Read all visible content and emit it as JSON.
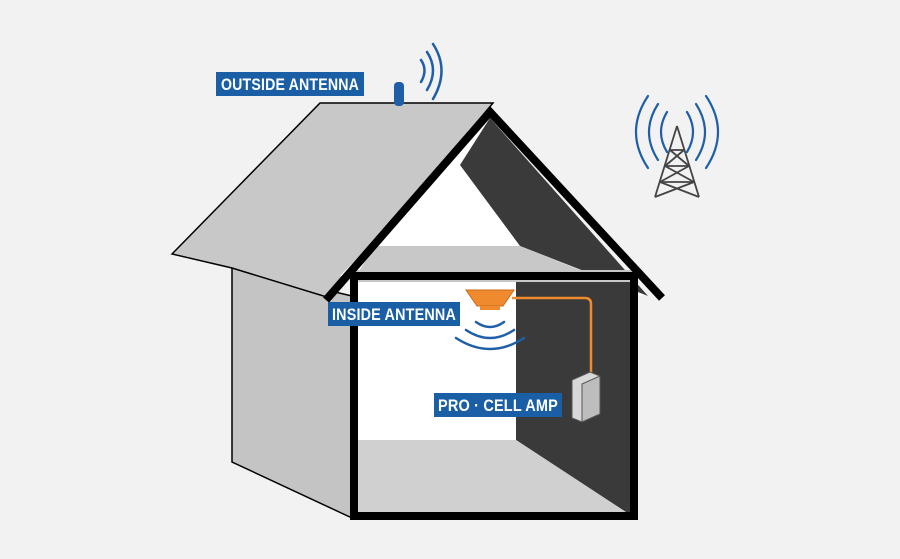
{
  "labels": {
    "outside_antenna": "OUTSIDE ANTENNA",
    "inside_antenna": "INSIDE ANTENNA",
    "amplifier": "PRO · CELL AMP"
  },
  "colors": {
    "background": "#f2f2f2",
    "label_fill": "#1a5fa6",
    "label_text": "#ffffff",
    "roof": "#c8c8c8",
    "wall": "#c4c4c4",
    "interior_back": "#ffffff",
    "interior_dark": "#3a3a3a",
    "interior_floor": "#d0d0d0",
    "outline": "#000000",
    "antenna_blue": "#1f5fa8",
    "inside_antenna_orange": "#f08a2e",
    "cable_orange": "#f08a2e",
    "signal_waves": "#1f5fa8",
    "tower": "#444444",
    "amp_box": "#d8d8d8"
  },
  "icons": {
    "outside_antenna": "rooftop-antenna-icon",
    "inside_antenna": "dome-antenna-icon",
    "amplifier": "signal-booster-icon",
    "tower": "cell-tower-icon"
  }
}
